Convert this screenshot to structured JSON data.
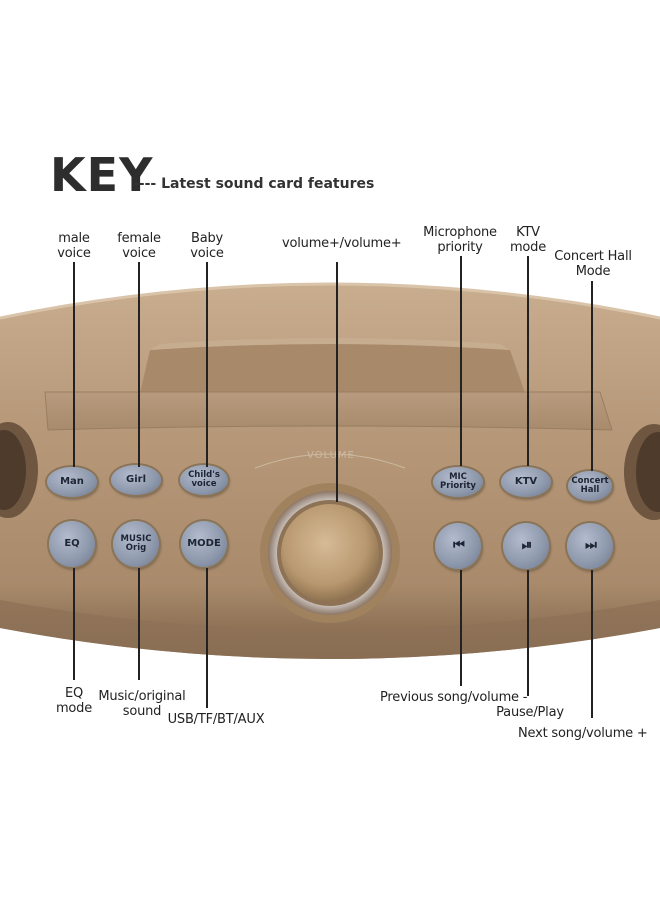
{
  "header": {
    "title": "KEY",
    "subtitle": "---- Latest sound card features"
  },
  "labels": {
    "male_voice": "male\nvoice",
    "female_voice": "female\nvoice",
    "baby_voice": "Baby\nvoice",
    "volume": "volume+/volume+",
    "mic_priority": "Microphone\npriority",
    "ktv_mode": "KTV\nmode",
    "concert_hall": "Concert Hall\nMode",
    "eq_mode": "EQ\nmode",
    "music_original": "Music/original\nsound",
    "usb_tf_bt_aux": "USB/TF/BT/AUX",
    "previous_song": "Previous song/volume -",
    "pause_play": "Pause/Play",
    "next_song": "Next song/volume +"
  },
  "device": {
    "volume_text": "VOLUME",
    "buttons": {
      "man": "Man",
      "girl": "Girl",
      "childs_voice": "Child's voice",
      "mic_priority": "MIC Priority",
      "ktv": "KTV",
      "concert_hall": "Concert Hall",
      "eq": "EQ",
      "music_orig": "MUSIC Orig",
      "mode": "MODE",
      "prev": "⏮",
      "play_pause": "⏯",
      "next": "⏭"
    }
  },
  "colors": {
    "body": "#b09070",
    "body_dark": "#8a6e52",
    "button": "#9aa4b8",
    "text": "#222222"
  }
}
